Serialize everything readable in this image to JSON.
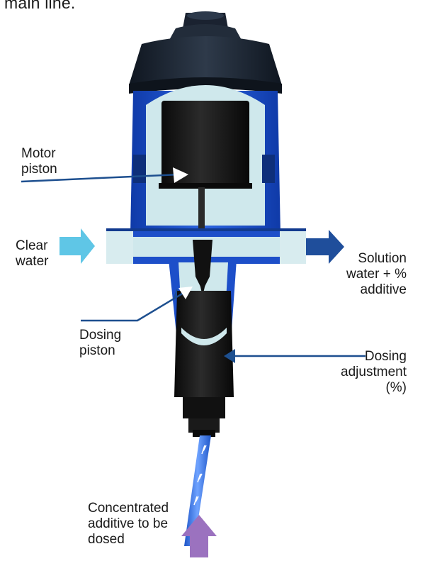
{
  "caption": "main line.",
  "labels": {
    "motor_piston": [
      "Motor",
      "piston"
    ],
    "clear_water": [
      "Clear",
      "water"
    ],
    "solution": [
      "Solution",
      "water + %",
      "additive"
    ],
    "dosing_piston": [
      "Dosing",
      "piston"
    ],
    "dosing_adjustment": [
      "Dosing",
      "adjustment",
      "(%)"
    ],
    "concentrated": [
      "Concentrated",
      "additive to be",
      "dosed"
    ]
  },
  "colors": {
    "body_blue": "#1d4fc9",
    "dark_blue": "#123a8e",
    "water": "#cfe8ec",
    "black_part": "#141414",
    "cap": "#1c2430",
    "arrow_in": "#5fc6e6",
    "arrow_out": "#1f4e9b",
    "arrow_additive": "#9b72bf",
    "leader": "#1d4f8f"
  }
}
